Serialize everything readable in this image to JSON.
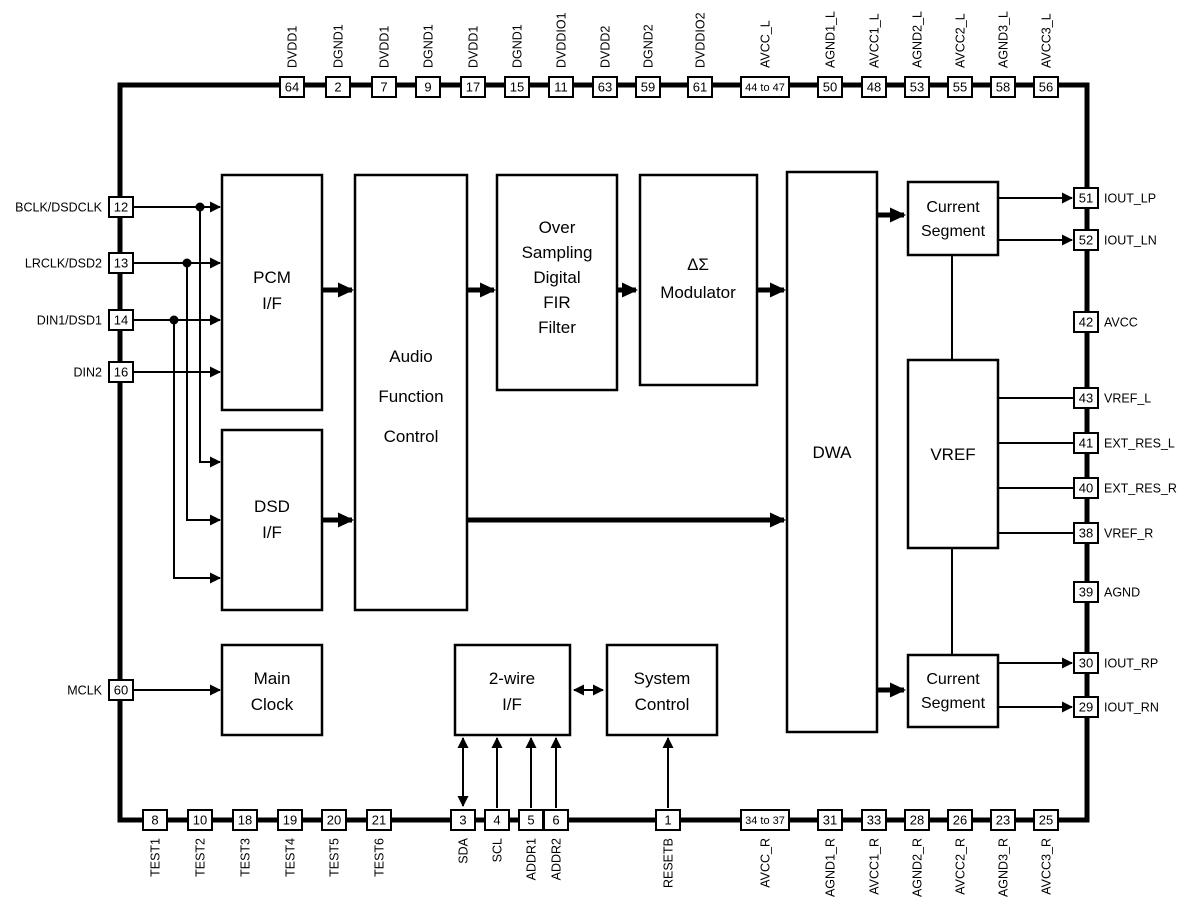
{
  "colors": {
    "ink": "#000000",
    "background": "#ffffff"
  },
  "blocks": {
    "pcm": {
      "line1": "PCM",
      "line2": "I/F"
    },
    "dsd": {
      "line1": "DSD",
      "line2": "I/F"
    },
    "afc": {
      "line1": "Audio",
      "line2": "Function",
      "line3": "Control"
    },
    "fir": {
      "line1": "Over",
      "line2": "Sampling",
      "line3": "Digital",
      "line4": "FIR",
      "line5": "Filter"
    },
    "dsm": {
      "line1": "ΔΣ",
      "line2": "Modulator"
    },
    "dwa": {
      "line1": "DWA"
    },
    "cs_top": {
      "line1": "Current",
      "line2": "Segment"
    },
    "vref": {
      "line1": "VREF"
    },
    "cs_bottom": {
      "line1": "Current",
      "line2": "Segment"
    },
    "main_clock": {
      "line1": "Main",
      "line2": "Clock"
    },
    "twi": {
      "line1": "2-wire",
      "line2": "I/F"
    },
    "sysctl": {
      "line1": "System",
      "line2": "Control"
    }
  },
  "pins": {
    "top": [
      {
        "num": "64",
        "label": "DVDD1"
      },
      {
        "num": "2",
        "label": "DGND1"
      },
      {
        "num": "7",
        "label": "DVDD1"
      },
      {
        "num": "9",
        "label": "DGND1"
      },
      {
        "num": "17",
        "label": "DVDD1"
      },
      {
        "num": "15",
        "label": "DGND1"
      },
      {
        "num": "11",
        "label": "DVDDIO1"
      },
      {
        "num": "63",
        "label": "DVDD2"
      },
      {
        "num": "59",
        "label": "DGND2"
      },
      {
        "num": "61",
        "label": "DVDDIO2"
      },
      {
        "num": "44 to 47",
        "label": "AVCC_L"
      },
      {
        "num": "50",
        "label": "AGND1_L"
      },
      {
        "num": "48",
        "label": "AVCC1_L"
      },
      {
        "num": "53",
        "label": "AGND2_L"
      },
      {
        "num": "55",
        "label": "AVCC2_L"
      },
      {
        "num": "58",
        "label": "AGND3_L"
      },
      {
        "num": "56",
        "label": "AVCC3_L"
      }
    ],
    "bottom": [
      {
        "num": "8",
        "label": "TEST1"
      },
      {
        "num": "10",
        "label": "TEST2"
      },
      {
        "num": "18",
        "label": "TEST3"
      },
      {
        "num": "19",
        "label": "TEST4"
      },
      {
        "num": "20",
        "label": "TEST5"
      },
      {
        "num": "21",
        "label": "TEST6"
      },
      {
        "num": "3",
        "label": "SDA"
      },
      {
        "num": "4",
        "label": "SCL"
      },
      {
        "num": "5",
        "label": "ADDR1"
      },
      {
        "num": "6",
        "label": "ADDR2"
      },
      {
        "num": "1",
        "label": "RESETB"
      },
      {
        "num": "34 to 37",
        "label": "AVCC_R"
      },
      {
        "num": "31",
        "label": "AGND1_R"
      },
      {
        "num": "33",
        "label": "AVCC1_R"
      },
      {
        "num": "28",
        "label": "AGND2_R"
      },
      {
        "num": "26",
        "label": "AVCC2_R"
      },
      {
        "num": "23",
        "label": "AGND3_R"
      },
      {
        "num": "25",
        "label": "AVCC3_R"
      }
    ],
    "left": [
      {
        "num": "12",
        "label": "BCLK/DSDCLK"
      },
      {
        "num": "13",
        "label": "LRCLK/DSD2"
      },
      {
        "num": "14",
        "label": "DIN1/DSD1"
      },
      {
        "num": "16",
        "label": "DIN2"
      },
      {
        "num": "60",
        "label": "MCLK"
      }
    ],
    "right": [
      {
        "num": "51",
        "label": "IOUT_LP"
      },
      {
        "num": "52",
        "label": "IOUT_LN"
      },
      {
        "num": "42",
        "label": "AVCC"
      },
      {
        "num": "43",
        "label": "VREF_L"
      },
      {
        "num": "41",
        "label": "EXT_RES_L"
      },
      {
        "num": "40",
        "label": "EXT_RES_R"
      },
      {
        "num": "38",
        "label": "VREF_R"
      },
      {
        "num": "39",
        "label": "AGND"
      },
      {
        "num": "30",
        "label": "IOUT_RP"
      },
      {
        "num": "29",
        "label": "IOUT_RN"
      }
    ]
  }
}
